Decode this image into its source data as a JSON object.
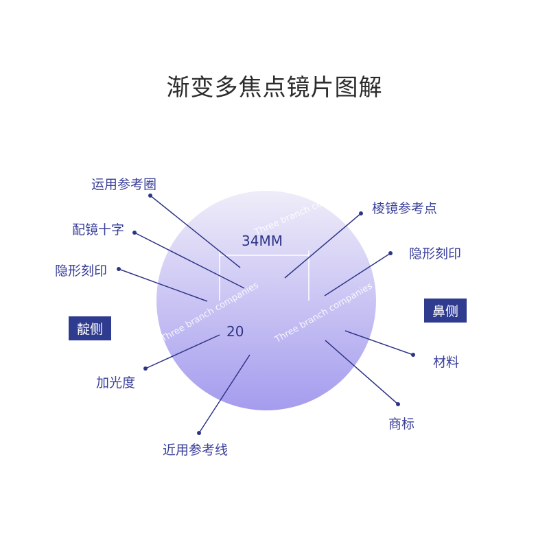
{
  "title": "渐变多焦点镜片图解",
  "labels": {
    "far_reference_circle": "运用参考圈",
    "fitting_cross": "配镜十字",
    "hidden_mark_left": "隐形刻印",
    "temporal_side": "靛侧",
    "add_power": "加光度",
    "near_reference_line": "近用参考线",
    "prism_reference_point": "棱镜参考点",
    "hidden_mark_right": "隐形刻印",
    "nasal_side": "鼻侧",
    "material": "材料",
    "trademark": "商标"
  },
  "lens": {
    "width_text": "34MM",
    "add_text": "20",
    "gradient_top": "#efedf9",
    "gradient_bottom": "#a59cee"
  },
  "watermark": "Three branch companies",
  "colors": {
    "line": "#2e3486",
    "label_text": "#3a3f9a",
    "tag_bg": "#2f3b8f"
  }
}
